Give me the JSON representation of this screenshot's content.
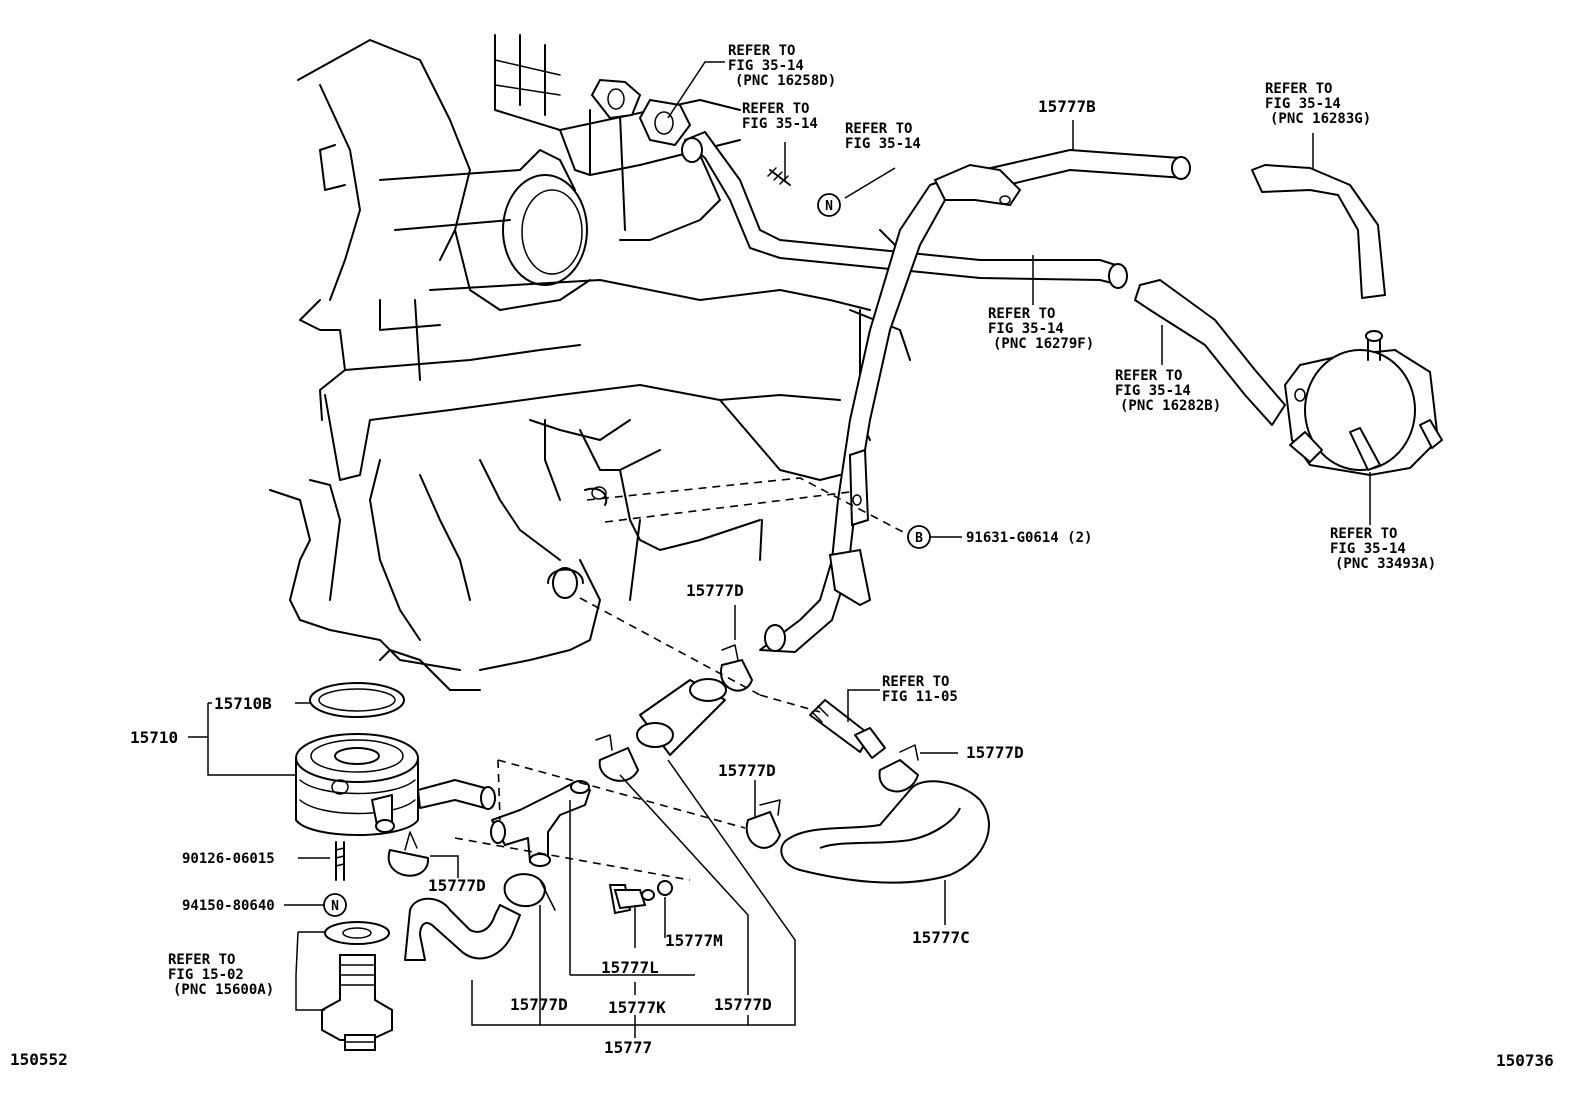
{
  "image_ids": {
    "left": "150552",
    "right": "150736"
  },
  "refs": {
    "r16258d": [
      "REFER TO",
      "FIG 35-14",
      "(PNC 16258D)"
    ],
    "r3514a": [
      "REFER TO",
      "FIG 35-14"
    ],
    "r3514b": [
      "REFER TO",
      "FIG 35-14"
    ],
    "r16283g": [
      "REFER TO",
      "FIG 35-14",
      "(PNC 16283G)"
    ],
    "r16279f": [
      "REFER TO",
      "FIG 35-14",
      "(PNC 16279F)"
    ],
    "r16282b": [
      "REFER TO",
      "FIG 35-14",
      "(PNC 16282B)"
    ],
    "r33493a": [
      "REFER TO",
      "FIG 35-14",
      "(PNC 33493A)"
    ],
    "r1105": [
      "REFER TO",
      "FIG 11-05"
    ],
    "r15600a": [
      "REFER TO",
      "FIG 15-02",
      "(PNC 15600A)"
    ]
  },
  "parts": {
    "p15777b": "15777B",
    "p91631": "91631-G0614 (2)",
    "p15777d_a": "15777D",
    "p15710b": "15710B",
    "p15710": "15710",
    "p15777d_b": "15777D",
    "p15777d_c": "15777D",
    "p90126": "90126-06015",
    "p15777d_d": "15777D",
    "p94150": "94150-80640",
    "p15777m": "15777M",
    "p15777l": "15777L",
    "p15777c": "15777C",
    "p15777d_e": "15777D",
    "p15777k": "15777K",
    "p15777d_f": "15777D",
    "p15777": "15777"
  },
  "markers": {
    "n1": "N",
    "b1": "B",
    "n2": "N"
  }
}
